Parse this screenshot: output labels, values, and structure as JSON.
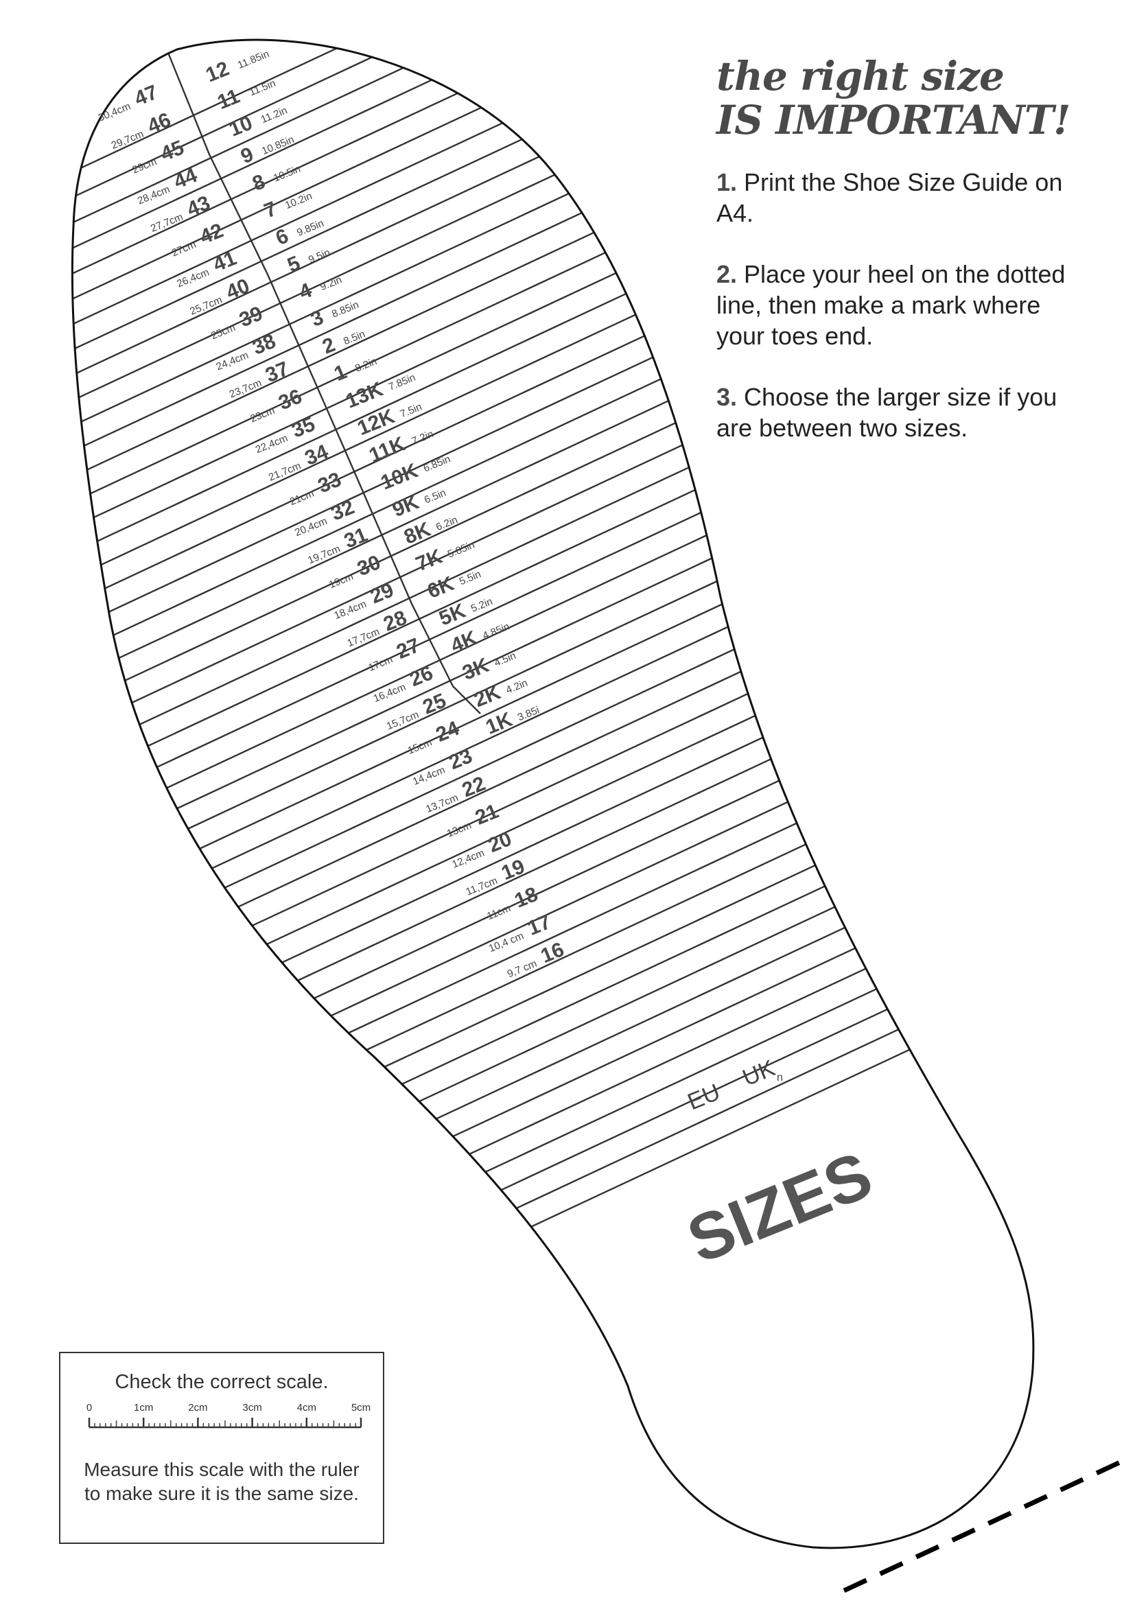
{
  "guide": {
    "heading_line1": "the right size",
    "heading_line2": "IS IMPORTANT!",
    "steps": [
      {
        "number": "1.",
        "text": "Print the Shoe Size Guide on A4."
      },
      {
        "number": "2.",
        "text": "Place your heel on the dotted line, then make a mark where your toes end."
      },
      {
        "number": "3.",
        "text": "Choose the larger size if you are between two sizes."
      }
    ]
  },
  "sole": {
    "label": "SIZES",
    "eu_column_label": "EU",
    "uk_column_label": "UK",
    "uk_column_sub": "n",
    "sizes": [
      {
        "eu": "47",
        "cm": "30,4cm",
        "uk": "12",
        "inch": "11.85in"
      },
      {
        "eu": "46",
        "cm": "29,7cm",
        "uk": "11",
        "inch": "11.5in"
      },
      {
        "eu": "45",
        "cm": "29cm",
        "uk": "10",
        "inch": "11.2in"
      },
      {
        "eu": "44",
        "cm": "28,4cm",
        "uk": "9",
        "inch": "10.85in"
      },
      {
        "eu": "43",
        "cm": "27,7cm",
        "uk": "8",
        "inch": "10.5in"
      },
      {
        "eu": "42",
        "cm": "27cm",
        "uk": "7",
        "inch": "10.2in"
      },
      {
        "eu": "41",
        "cm": "26,4cm",
        "uk": "6",
        "inch": "9.85in"
      },
      {
        "eu": "40",
        "cm": "25,7cm",
        "uk": "5",
        "inch": "9.5in"
      },
      {
        "eu": "39",
        "cm": "25cm",
        "uk": "4",
        "inch": "9.2in"
      },
      {
        "eu": "38",
        "cm": "24,4cm",
        "uk": "3",
        "inch": "8.85in"
      },
      {
        "eu": "37",
        "cm": "23,7cm",
        "uk": "2",
        "inch": "8.5in"
      },
      {
        "eu": "36",
        "cm": "23cm",
        "uk": "1",
        "inch": "8.2in"
      },
      {
        "eu": "35",
        "cm": "22,4cm",
        "uk": "13K",
        "inch": "7.85in"
      },
      {
        "eu": "34",
        "cm": "21,7cm",
        "uk": "12K",
        "inch": "7.5in"
      },
      {
        "eu": "33",
        "cm": "21cm",
        "uk": "11K",
        "inch": "7.2in"
      },
      {
        "eu": "32",
        "cm": "20,4cm",
        "uk": "10K",
        "inch": "6.85in"
      },
      {
        "eu": "31",
        "cm": "19,7cm",
        "uk": "9K",
        "inch": "6.5in"
      },
      {
        "eu": "30",
        "cm": "19cm",
        "uk": "8K",
        "inch": "6.2in"
      },
      {
        "eu": "29",
        "cm": "18,4cm",
        "uk": "7K",
        "inch": "5.85in"
      },
      {
        "eu": "28",
        "cm": "17,7cm",
        "uk": "6K",
        "inch": "5.5in"
      },
      {
        "eu": "27",
        "cm": "17cm",
        "uk": "5K",
        "inch": "5.2in"
      },
      {
        "eu": "26",
        "cm": "16,4cm",
        "uk": "4K",
        "inch": "4.85in"
      },
      {
        "eu": "25",
        "cm": "15,7cm",
        "uk": "3K",
        "inch": "4.5in"
      },
      {
        "eu": "24",
        "cm": "15cm",
        "uk": "2K",
        "inch": "4.2in"
      },
      {
        "eu": "23",
        "cm": "14,4cm",
        "uk": "1K",
        "inch": "3.85i"
      },
      {
        "eu": "22",
        "cm": "13,7cm"
      },
      {
        "eu": "21",
        "cm": "13cm"
      },
      {
        "eu": "20",
        "cm": "12,4cm"
      },
      {
        "eu": "19",
        "cm": "11,7cm"
      },
      {
        "eu": "18",
        "cm": "11cm"
      },
      {
        "eu": "17",
        "cm": "10,4 cm"
      },
      {
        "eu": "16",
        "cm": "9,7 cm"
      }
    ]
  },
  "scale": {
    "title": "Check the correct scale.",
    "ticks": [
      "0",
      "1cm",
      "2cm",
      "3cm",
      "4cm",
      "5cm"
    ],
    "note": "Measure this scale with the ruler to make sure it is the same size."
  },
  "colors": {
    "ink": "#222222",
    "label": "#4a4a4a",
    "line": "#333333"
  }
}
